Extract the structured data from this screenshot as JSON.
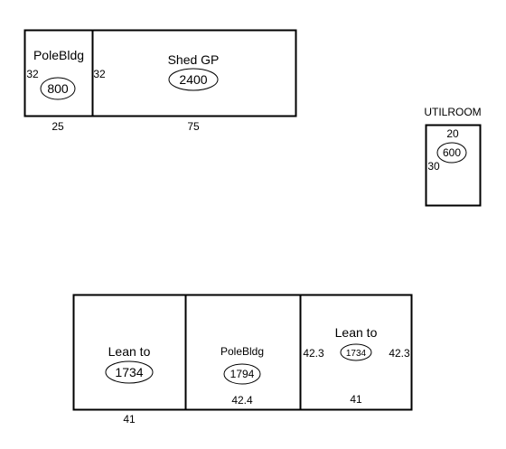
{
  "sketch": {
    "top_group": {
      "left_room": {
        "name": "PoleBldg",
        "area": "800",
        "side_left": "32",
        "bottom": "25"
      },
      "right_room": {
        "name": "Shed GP",
        "area": "2400",
        "side_left": "32",
        "bottom": "75"
      }
    },
    "utility": {
      "name": "UTILROOM",
      "area": "600",
      "top": "20",
      "side": "30"
    },
    "bottom_group": {
      "left_room": {
        "name": "Lean to",
        "area": "1734",
        "bottom": "41"
      },
      "middle_room": {
        "name": "PoleBldg",
        "area": "1794",
        "bottom": "42.4"
      },
      "right_room": {
        "name": "Lean to",
        "area": "1734",
        "side_left": "42.3",
        "side_right": "42.3",
        "bottom": "41"
      }
    }
  }
}
